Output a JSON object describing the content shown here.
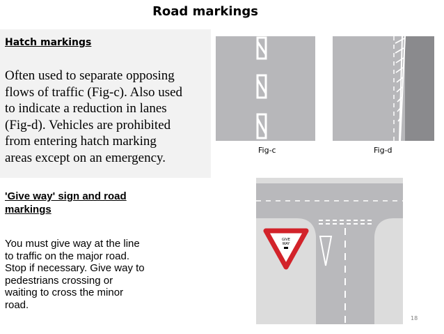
{
  "slide": {
    "title": "Road markings",
    "page_number": "18"
  },
  "hatch": {
    "heading": "Hatch markings",
    "lines": [
      "Often used to separate opposing",
      "flows of traffic (Fig-c). Also  used",
      "to indicate a reduction in lanes",
      "(Fig-d).  Vehicles are prohibited",
      "from entering hatch marking",
      "areas except on an emergency."
    ]
  },
  "figures": {
    "fig_c_label": "Fig-c",
    "fig_d_label": "Fig-d"
  },
  "give_way": {
    "heading_lines": [
      "'Give way' sign and road",
      "markings"
    ],
    "body_lines": [
      "You must give way at the line",
      "to traffic on the major road.",
      "Stop if necessary. Give way to",
      "pedestrians crossing or",
      "waiting to cross the minor",
      "road."
    ],
    "sign_text": [
      "GIVE",
      "WAY"
    ]
  },
  "colors": {
    "road": "#b7b7ba",
    "road_edge": "#8a8a8d",
    "background_panel": "#f2f2f2",
    "sign_red": "#d2232a"
  }
}
